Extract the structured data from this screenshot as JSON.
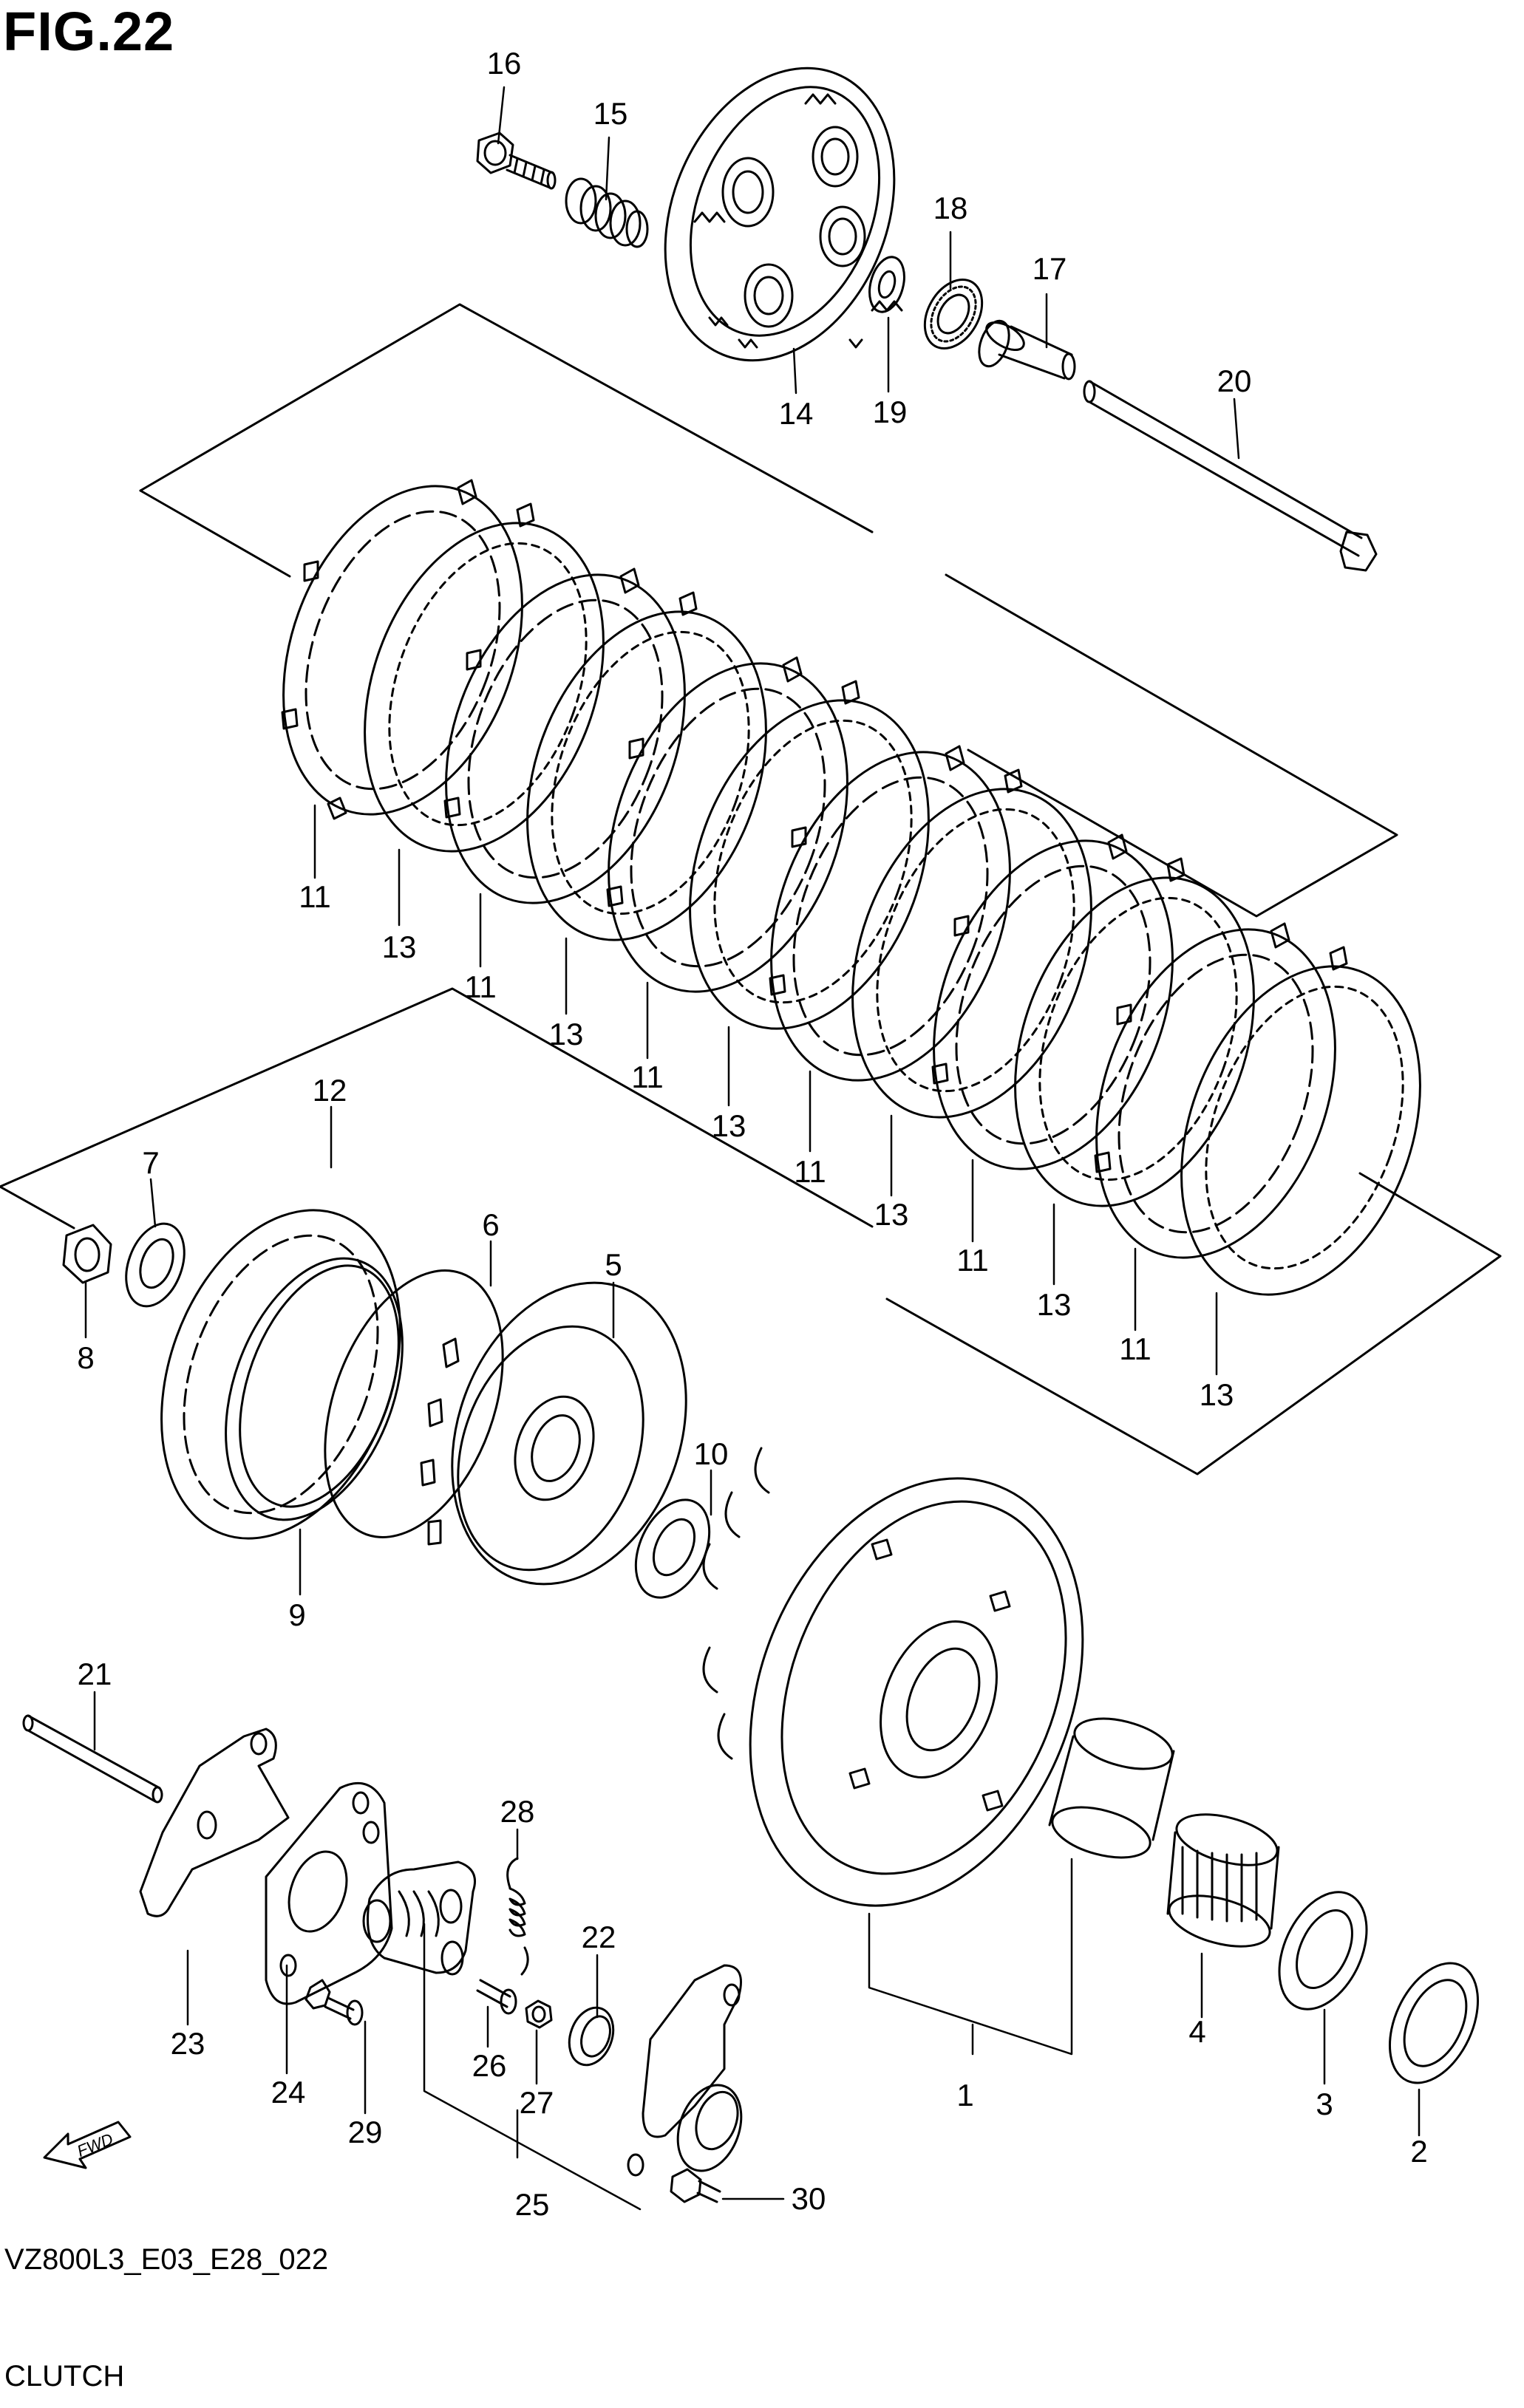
{
  "figure": {
    "title": "FIG.22",
    "code": "VZ800L3_E03_E28_022",
    "caption": "CLUTCH"
  },
  "fwd_marker": "FWD",
  "parts": [
    {
      "ref": "1"
    },
    {
      "ref": "2"
    },
    {
      "ref": "3"
    },
    {
      "ref": "4"
    },
    {
      "ref": "5"
    },
    {
      "ref": "6"
    },
    {
      "ref": "7"
    },
    {
      "ref": "8"
    },
    {
      "ref": "9"
    },
    {
      "ref": "10"
    },
    {
      "ref": "11"
    },
    {
      "ref": "11"
    },
    {
      "ref": "11"
    },
    {
      "ref": "11"
    },
    {
      "ref": "11"
    },
    {
      "ref": "11"
    },
    {
      "ref": "12"
    },
    {
      "ref": "13"
    },
    {
      "ref": "13"
    },
    {
      "ref": "13"
    },
    {
      "ref": "13"
    },
    {
      "ref": "13"
    },
    {
      "ref": "13"
    },
    {
      "ref": "14"
    },
    {
      "ref": "15"
    },
    {
      "ref": "16"
    },
    {
      "ref": "17"
    },
    {
      "ref": "18"
    },
    {
      "ref": "19"
    },
    {
      "ref": "20"
    },
    {
      "ref": "21"
    },
    {
      "ref": "22"
    },
    {
      "ref": "23"
    },
    {
      "ref": "24"
    },
    {
      "ref": "25"
    },
    {
      "ref": "26"
    },
    {
      "ref": "27"
    },
    {
      "ref": "28"
    },
    {
      "ref": "29"
    },
    {
      "ref": "30"
    }
  ]
}
